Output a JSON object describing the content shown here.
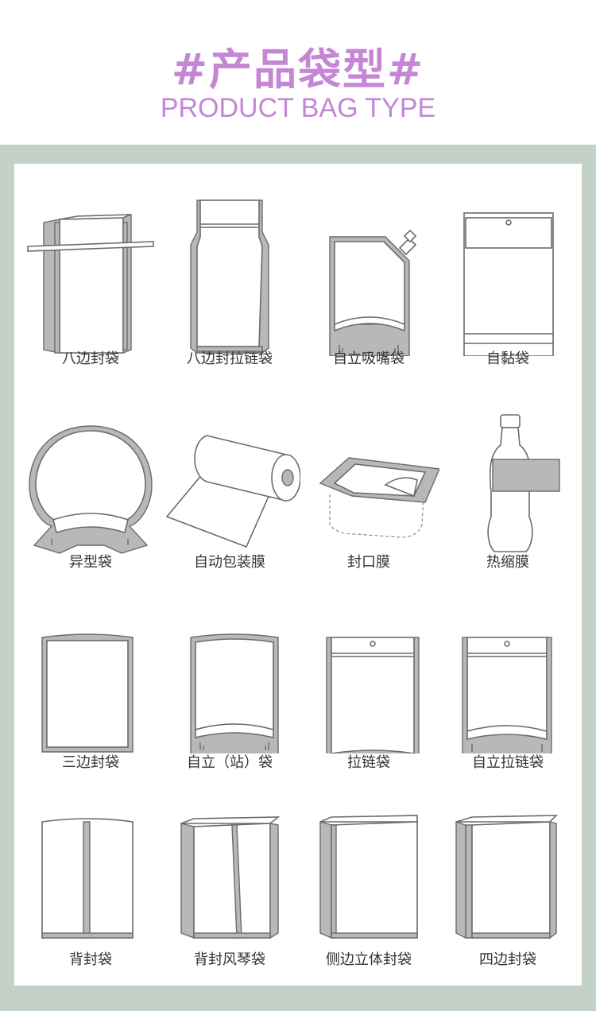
{
  "header": {
    "title_cn": "#产品袋型#",
    "title_en": "PRODUCT BAG TYPE"
  },
  "colors": {
    "title": "#c586d6",
    "frame": "#c3d1c7",
    "outline": "#6b6b6b",
    "fill_gray": "#b8b8b8"
  },
  "bag_types": [
    {
      "label": "八边封袋",
      "icon": "eight-side-seal-bag-icon"
    },
    {
      "label": "八边封拉链袋",
      "icon": "eight-side-seal-zipper-bag-icon"
    },
    {
      "label": "自立吸嘴袋",
      "icon": "stand-up-spout-pouch-icon"
    },
    {
      "label": "自黏袋",
      "icon": "self-adhesive-bag-icon"
    },
    {
      "label": "异型袋",
      "icon": "shaped-bag-icon"
    },
    {
      "label": "自动包装膜",
      "icon": "packaging-film-roll-icon"
    },
    {
      "label": "封口膜",
      "icon": "sealing-film-icon"
    },
    {
      "label": "热缩膜",
      "icon": "shrink-film-bottle-icon"
    },
    {
      "label": "三边封袋",
      "icon": "three-side-seal-bag-icon"
    },
    {
      "label": "自立（站）袋",
      "icon": "stand-up-pouch-icon"
    },
    {
      "label": "拉链袋",
      "icon": "zipper-bag-icon"
    },
    {
      "label": "自立拉链袋",
      "icon": "stand-up-zipper-pouch-icon"
    },
    {
      "label": "背封袋",
      "icon": "back-seal-bag-icon"
    },
    {
      "label": "背封风琴袋",
      "icon": "back-seal-gusset-bag-icon"
    },
    {
      "label": "侧边立体封袋",
      "icon": "side-gusset-bag-icon"
    },
    {
      "label": "四边封袋",
      "icon": "four-side-seal-bag-icon"
    }
  ]
}
